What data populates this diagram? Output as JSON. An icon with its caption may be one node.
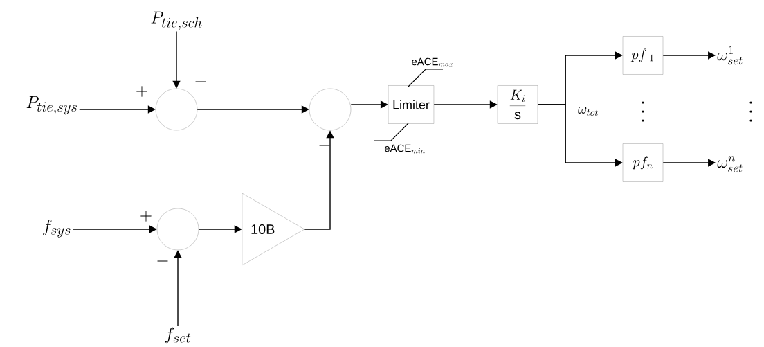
{
  "diagram": {
    "nodes": [
      {
        "text": [
          "P_{tie,sys}"
        ]
      },
      {
        "text": [
          "P_{tie,sch}"
        ]
      },
      {
        "text": [],
        "shape": "circle"
      },
      {
        "text": [],
        "shape": "circle"
      },
      {
        "text": [
          "f_{sys}"
        ]
      },
      {
        "text": [],
        "shape": "circle"
      },
      {
        "text": [
          "f_{set}"
        ]
      },
      {
        "text": [
          "10B"
        ]
      },
      {
        "text": [
          "Limiter"
        ]
      },
      {
        "text": [
          "\\frac{K_i}{\\mathrm{s}}"
        ]
      },
      {
        "text": [
          "pf_{\\ 1}"
        ]
      },
      {
        "text": [
          "pf_{n}"
        ]
      },
      {
        "text": [
          "\\omega_{set}^{1}"
        ]
      },
      {
        "text": [
          "\\omega_{set}^{n}"
        ]
      }
    ],
    "edges": [
      {
        "from": 0,
        "to": 2,
        "arrow": "to"
      },
      {
        "from": 1,
        "to": 2,
        "arrow": "to"
      },
      {
        "from": 2,
        "to": 3,
        "arrow": "to"
      },
      {
        "from": 4,
        "to": 5,
        "arrow": "to"
      },
      {
        "from": 6,
        "to": 5,
        "arrow": "to"
      },
      {
        "from": 5,
        "to": 7,
        "arrow": "to"
      },
      {
        "from": 7,
        "to": 3,
        "arrow": "to"
      },
      {
        "from": 3,
        "to": 8,
        "arrow": "to"
      },
      {
        "from": 8,
        "to": 9,
        "arrow": "to"
      },
      {
        "from": 9,
        "to": 10,
        "arrow": "to"
      },
      {
        "from": 9,
        "to": 11,
        "arrow": "to"
      },
      {
        "from": 10,
        "to": 12,
        "arrow": "to"
      },
      {
        "from": 11,
        "to": 13,
        "arrow": "to"
      }
    ],
    "labels": [
      "+",
      "-",
      "-",
      "+",
      "-",
      "\\mathrm{eACE}_{max}",
      "\\mathrm{eACE}_{min}",
      "\\omega_{tot}"
    ]
  }
}
